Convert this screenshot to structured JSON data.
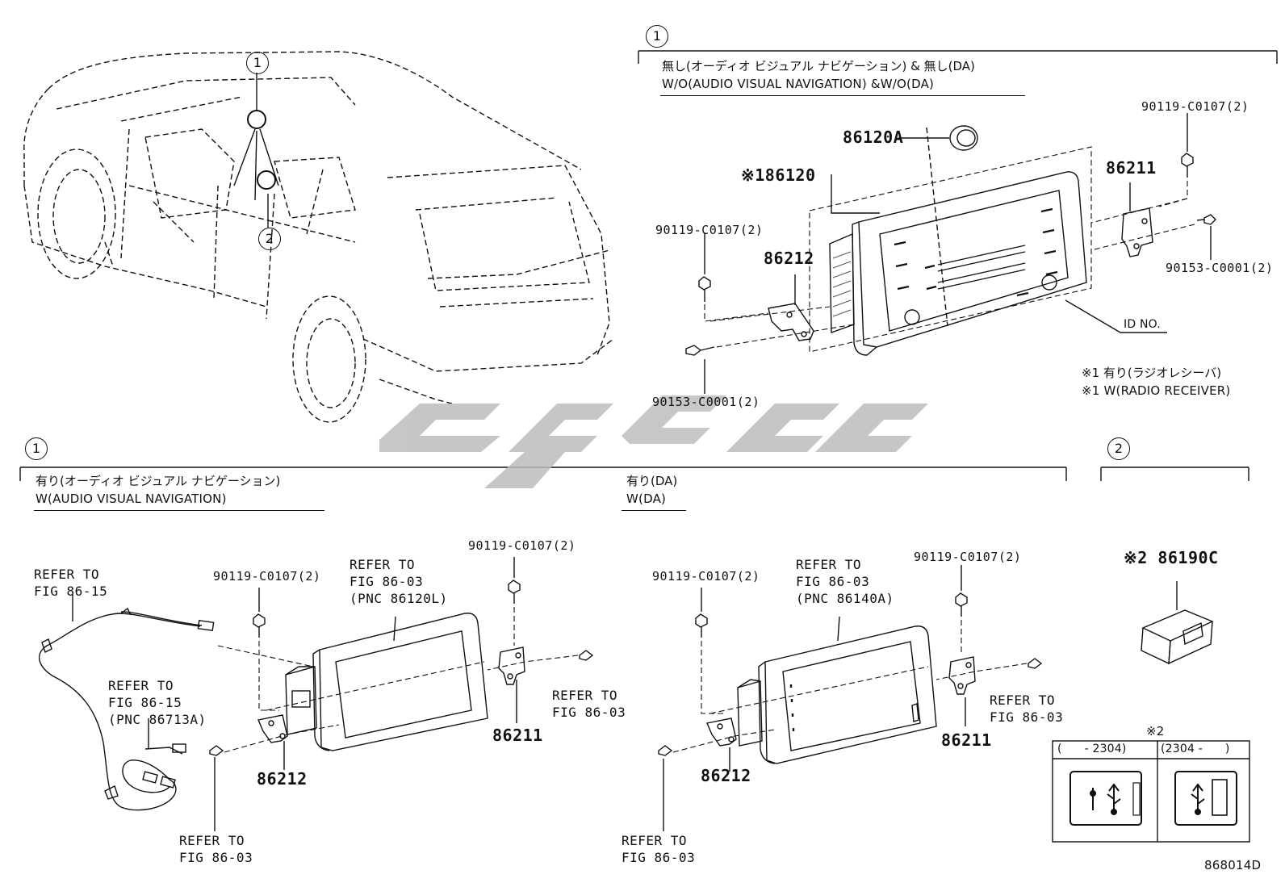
{
  "watermark_color": "#bdbdbd",
  "labels": {
    "section1_top_title_jp": "無し(オーディオ ビジュアル ナビゲーション) & 無し(DA)",
    "section1_top_title_en": "W/O(AUDIO VISUAL NAVIGATION) &W/O(DA)",
    "section1_bottom_title_jp": "有り(オーディオ ビジュアル ナビゲーション)",
    "section1_bottom_title_en": "W(AUDIO VISUAL NAVIGATION)",
    "section_da_title_jp": "有り(DA)",
    "section_da_title_en": "W(DA)",
    "callout_1": "1",
    "callout_2": "2",
    "note1_jp": "※1 有り(ラジオレシーバ)",
    "note1_en": "※1 W(RADIO RECEIVER)",
    "note2_mark": "※2",
    "id_no": "ID NO.",
    "figure_id": "868014D"
  },
  "part_numbers": {
    "p86120A": "86120A",
    "p86120": "※186120",
    "p86211_top": "86211",
    "p86212_top": "86212",
    "bolt_top_left": "90119-C0107(2)",
    "bolt_top_right": "90119-C0107(2)",
    "screw_top_right": "90153-C0001(2)",
    "screw_top_bottom": "90153-C0001(2)",
    "bolt_bl_left": "90119-C0107(2)",
    "bolt_bl_right": "90119-C0107(2)",
    "p86211_bl": "86211",
    "p86212_bl": "86212",
    "bolt_br_left": "90119-C0107(2)",
    "bolt_br_right": "90119-C0107(2)",
    "p86211_br": "86211",
    "p86212_br": "86212",
    "p86190C": "※2 86190C"
  },
  "refer_notes": {
    "refer_fig_86_15_a": "REFER TO\nFIG 86-15",
    "refer_fig_86_15_b": "REFER TO\nFIG 86-15\n(PNC 86713A)",
    "refer_pnc_86120L": "REFER TO\nFIG 86-03\n(PNC 86120L)",
    "refer_bl_right": "REFER TO\nFIG 86-03",
    "refer_bl_bottom": "REFER TO\nFIG 86-03",
    "refer_pnc_86140A": "REFER TO\nFIG 86-03\n(PNC 86140A)",
    "refer_br_right": "REFER TO\nFIG 86-03",
    "refer_br_bottom": "REFER TO\nFIG 86-03"
  },
  "usb_table": {
    "col1_header": "(      - 2304)",
    "col2_header": "(2304 -      )"
  }
}
